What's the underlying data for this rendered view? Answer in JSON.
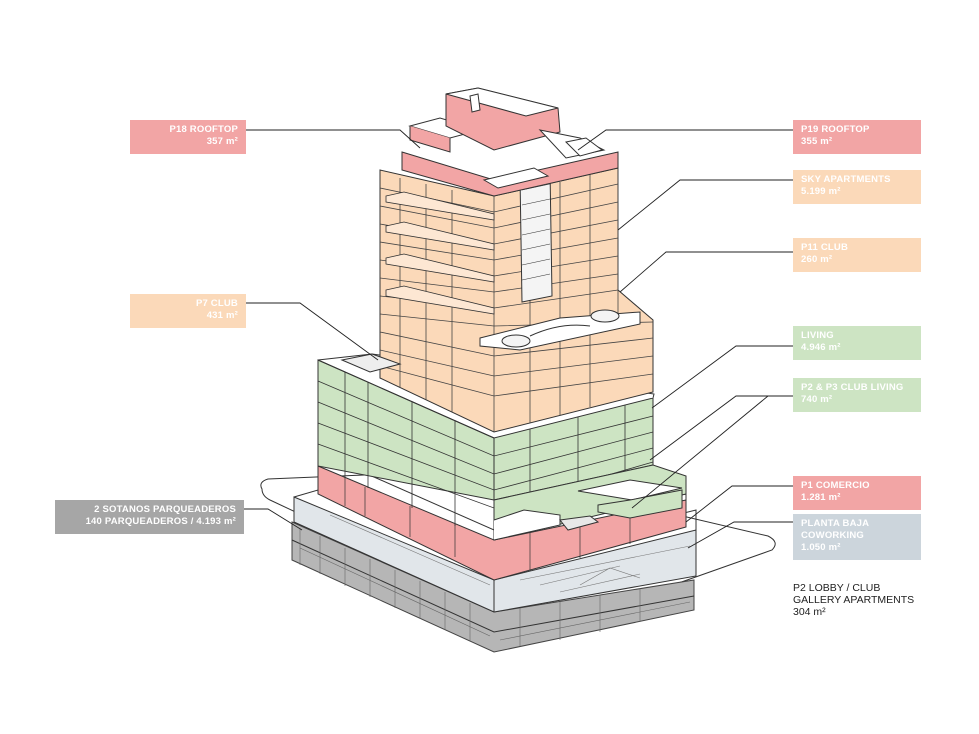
{
  "colors": {
    "red": "#f2a5a5",
    "orange": "#fbd9b9",
    "green": "#cde4c3",
    "gray": "#a9a9a9",
    "bluegray": "#ccd5dc",
    "outline": "#333333"
  },
  "labels": {
    "p18_rooftop": {
      "line1": "P18 ROOFTOP",
      "line2": "357 m²"
    },
    "p19_rooftop": {
      "line1": "P19 ROOFTOP",
      "line2": "355 m²"
    },
    "sky_apartments": {
      "line1": "SKY APARTMENTS",
      "line2": "5.199 m²"
    },
    "p11_club": {
      "line1": "P11 CLUB",
      "line2": "260 m²"
    },
    "p7_club": {
      "line1": "P7 CLUB",
      "line2": "431 m²"
    },
    "living": {
      "line1": "LIVING",
      "line2": "4.946 m²"
    },
    "p2_p3_club_living": {
      "line1": "P2 & P3 CLUB LIVING",
      "line2": "740 m²"
    },
    "p1_comercio": {
      "line1": "P1 COMERCIO",
      "line2": "1.281 m²"
    },
    "planta_baja": {
      "line1": "PLANTA BAJA",
      "line2": "COWORKING",
      "line3": "1.050 m²"
    },
    "sotanos": {
      "line1": "2 SOTANOS PARQUEADEROS",
      "line2": "140 PARQUEADEROS / 4.193 m²"
    },
    "p2_lobby": {
      "line1": "P2 LOBBY /  CLUB",
      "line2": "GALLERY APARTMENTS",
      "line3": "304 m²"
    }
  }
}
